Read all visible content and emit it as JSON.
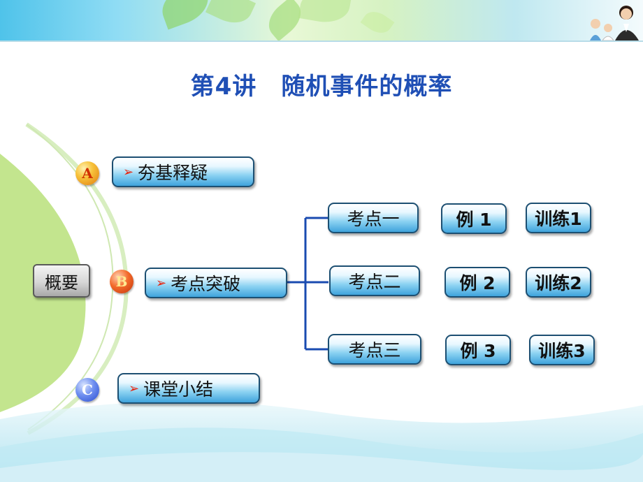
{
  "title": "第4讲　随机事件的概率",
  "overview": "概要",
  "sections": [
    {
      "badge": "A",
      "label": "夯基释疑"
    },
    {
      "badge": "B",
      "label": "考点突破"
    },
    {
      "badge": "C",
      "label": "课堂小结"
    }
  ],
  "kaodian": [
    {
      "label": "考点一",
      "example": "例 1",
      "training": "训练1"
    },
    {
      "label": "考点二",
      "example": "例 2",
      "training": "训练2"
    },
    {
      "label": "考点三",
      "example": "例 3",
      "training": "训练3"
    }
  ],
  "colors": {
    "title": "#1f4fb5",
    "connector": "#1a4bb0",
    "arrow": "#e8220c"
  }
}
